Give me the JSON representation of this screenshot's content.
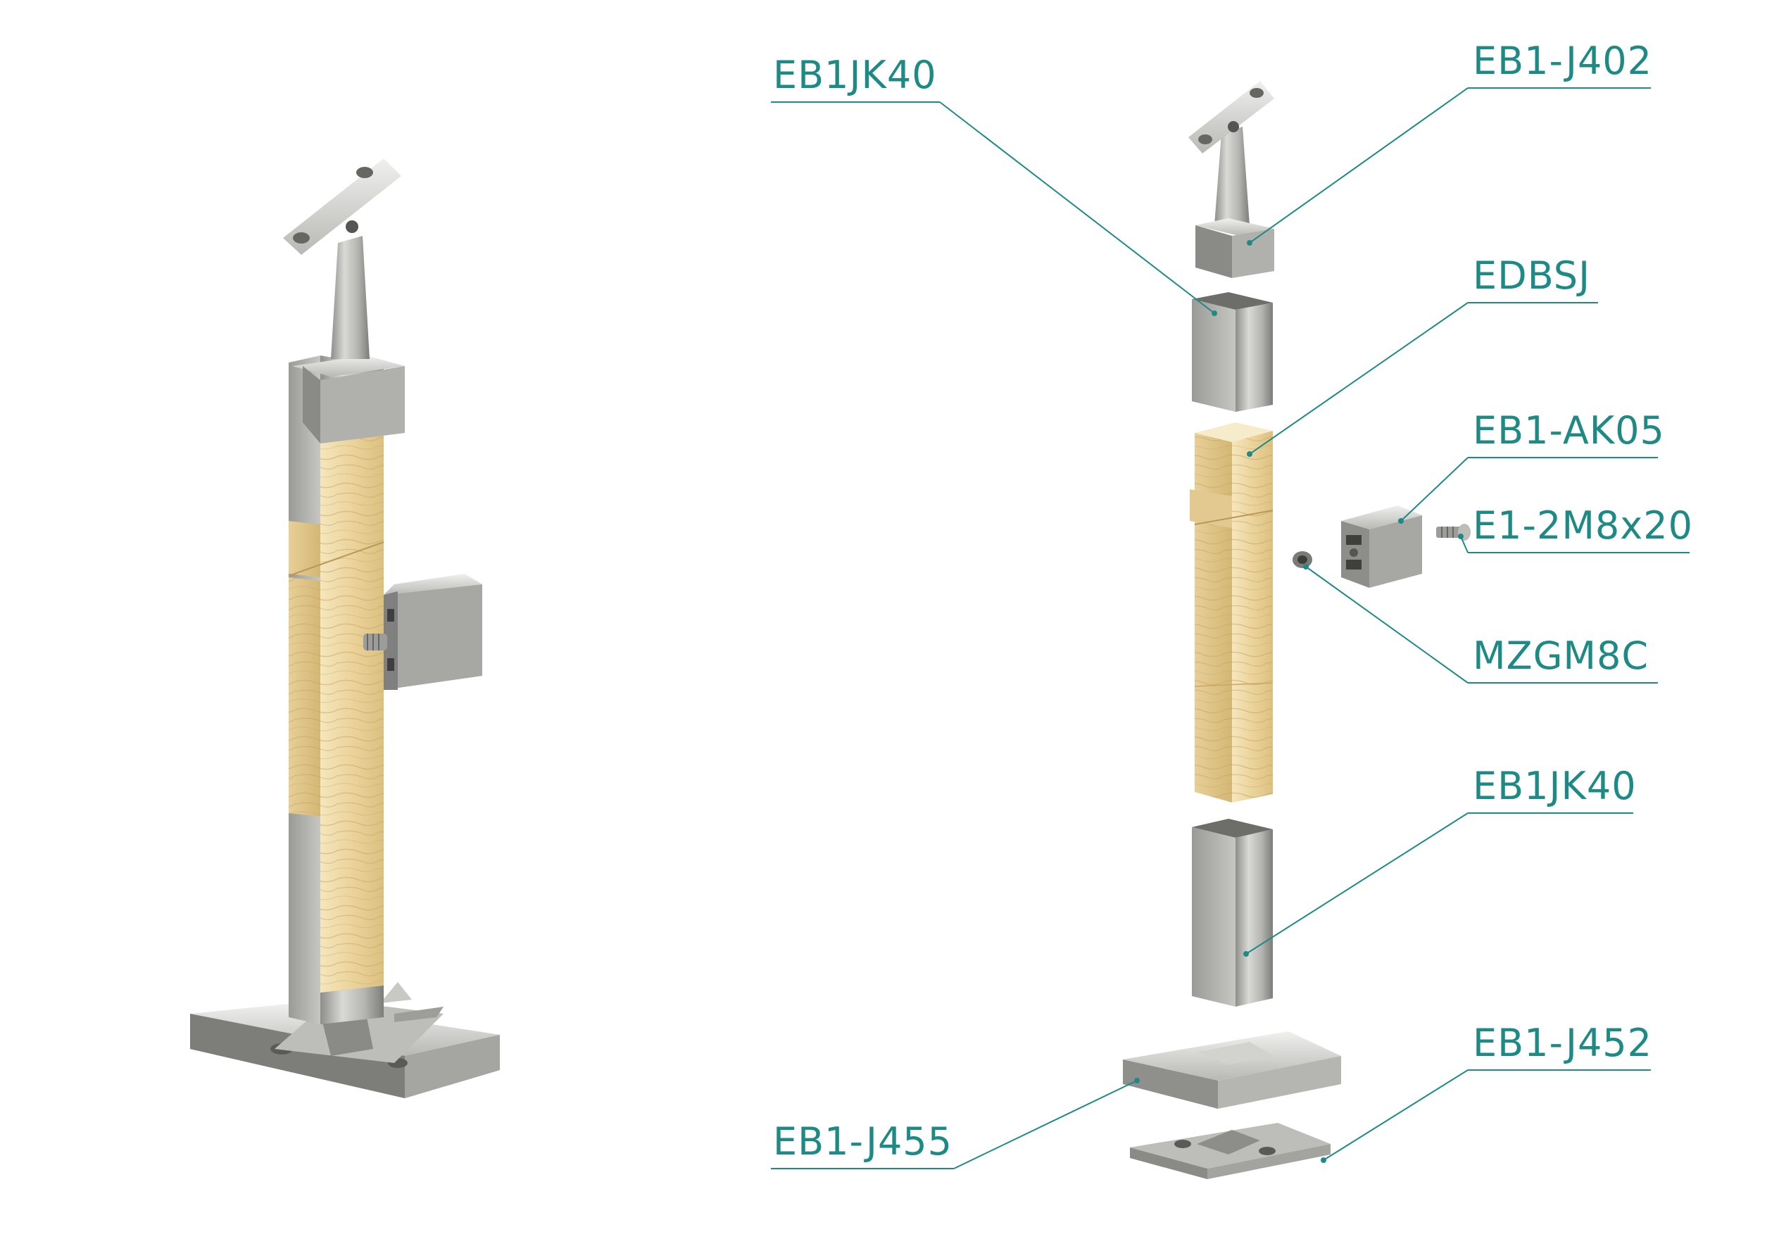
{
  "colors": {
    "label": "#1d8a86",
    "leader": "#1d8a86",
    "steel_light": "#d8d8d6",
    "steel_mid": "#a9a9a6",
    "steel_dark": "#6f6f6c",
    "wood_light": "#f3e2b4",
    "wood_mid": "#e4c98c",
    "wood_dark": "#c9a865"
  },
  "callouts": [
    {
      "id": "eb1jk40-top",
      "label": "EB1JK40"
    },
    {
      "id": "eb1-j402",
      "label": "EB1-J402"
    },
    {
      "id": "edbsj",
      "label": "EDBSJ"
    },
    {
      "id": "eb1-ak05",
      "label": "EB1-AK05"
    },
    {
      "id": "e1-2m8x20",
      "label": "E1-2M8x20"
    },
    {
      "id": "mzgm8c",
      "label": "MZGM8C"
    },
    {
      "id": "eb1jk40-bottom",
      "label": "EB1JK40"
    },
    {
      "id": "eb1-j452",
      "label": "EB1-J452"
    },
    {
      "id": "eb1-j455",
      "label": "EB1-J455"
    }
  ],
  "parts": [
    {
      "id": "handrail-saddle",
      "icon": "handrail-saddle-icon"
    },
    {
      "id": "post-cap",
      "icon": "post-cap-icon"
    },
    {
      "id": "upper-steel-tube",
      "icon": "square-tube-icon"
    },
    {
      "id": "wood-insert",
      "icon": "wood-insert-icon"
    },
    {
      "id": "glass-clamp",
      "icon": "glass-clamp-icon"
    },
    {
      "id": "clamp-screw",
      "icon": "screw-icon"
    },
    {
      "id": "grub-screw",
      "icon": "grub-screw-icon"
    },
    {
      "id": "lower-steel-tube",
      "icon": "square-tube-icon"
    },
    {
      "id": "base-cover",
      "icon": "base-cover-icon"
    },
    {
      "id": "base-plate",
      "icon": "base-plate-icon"
    }
  ]
}
